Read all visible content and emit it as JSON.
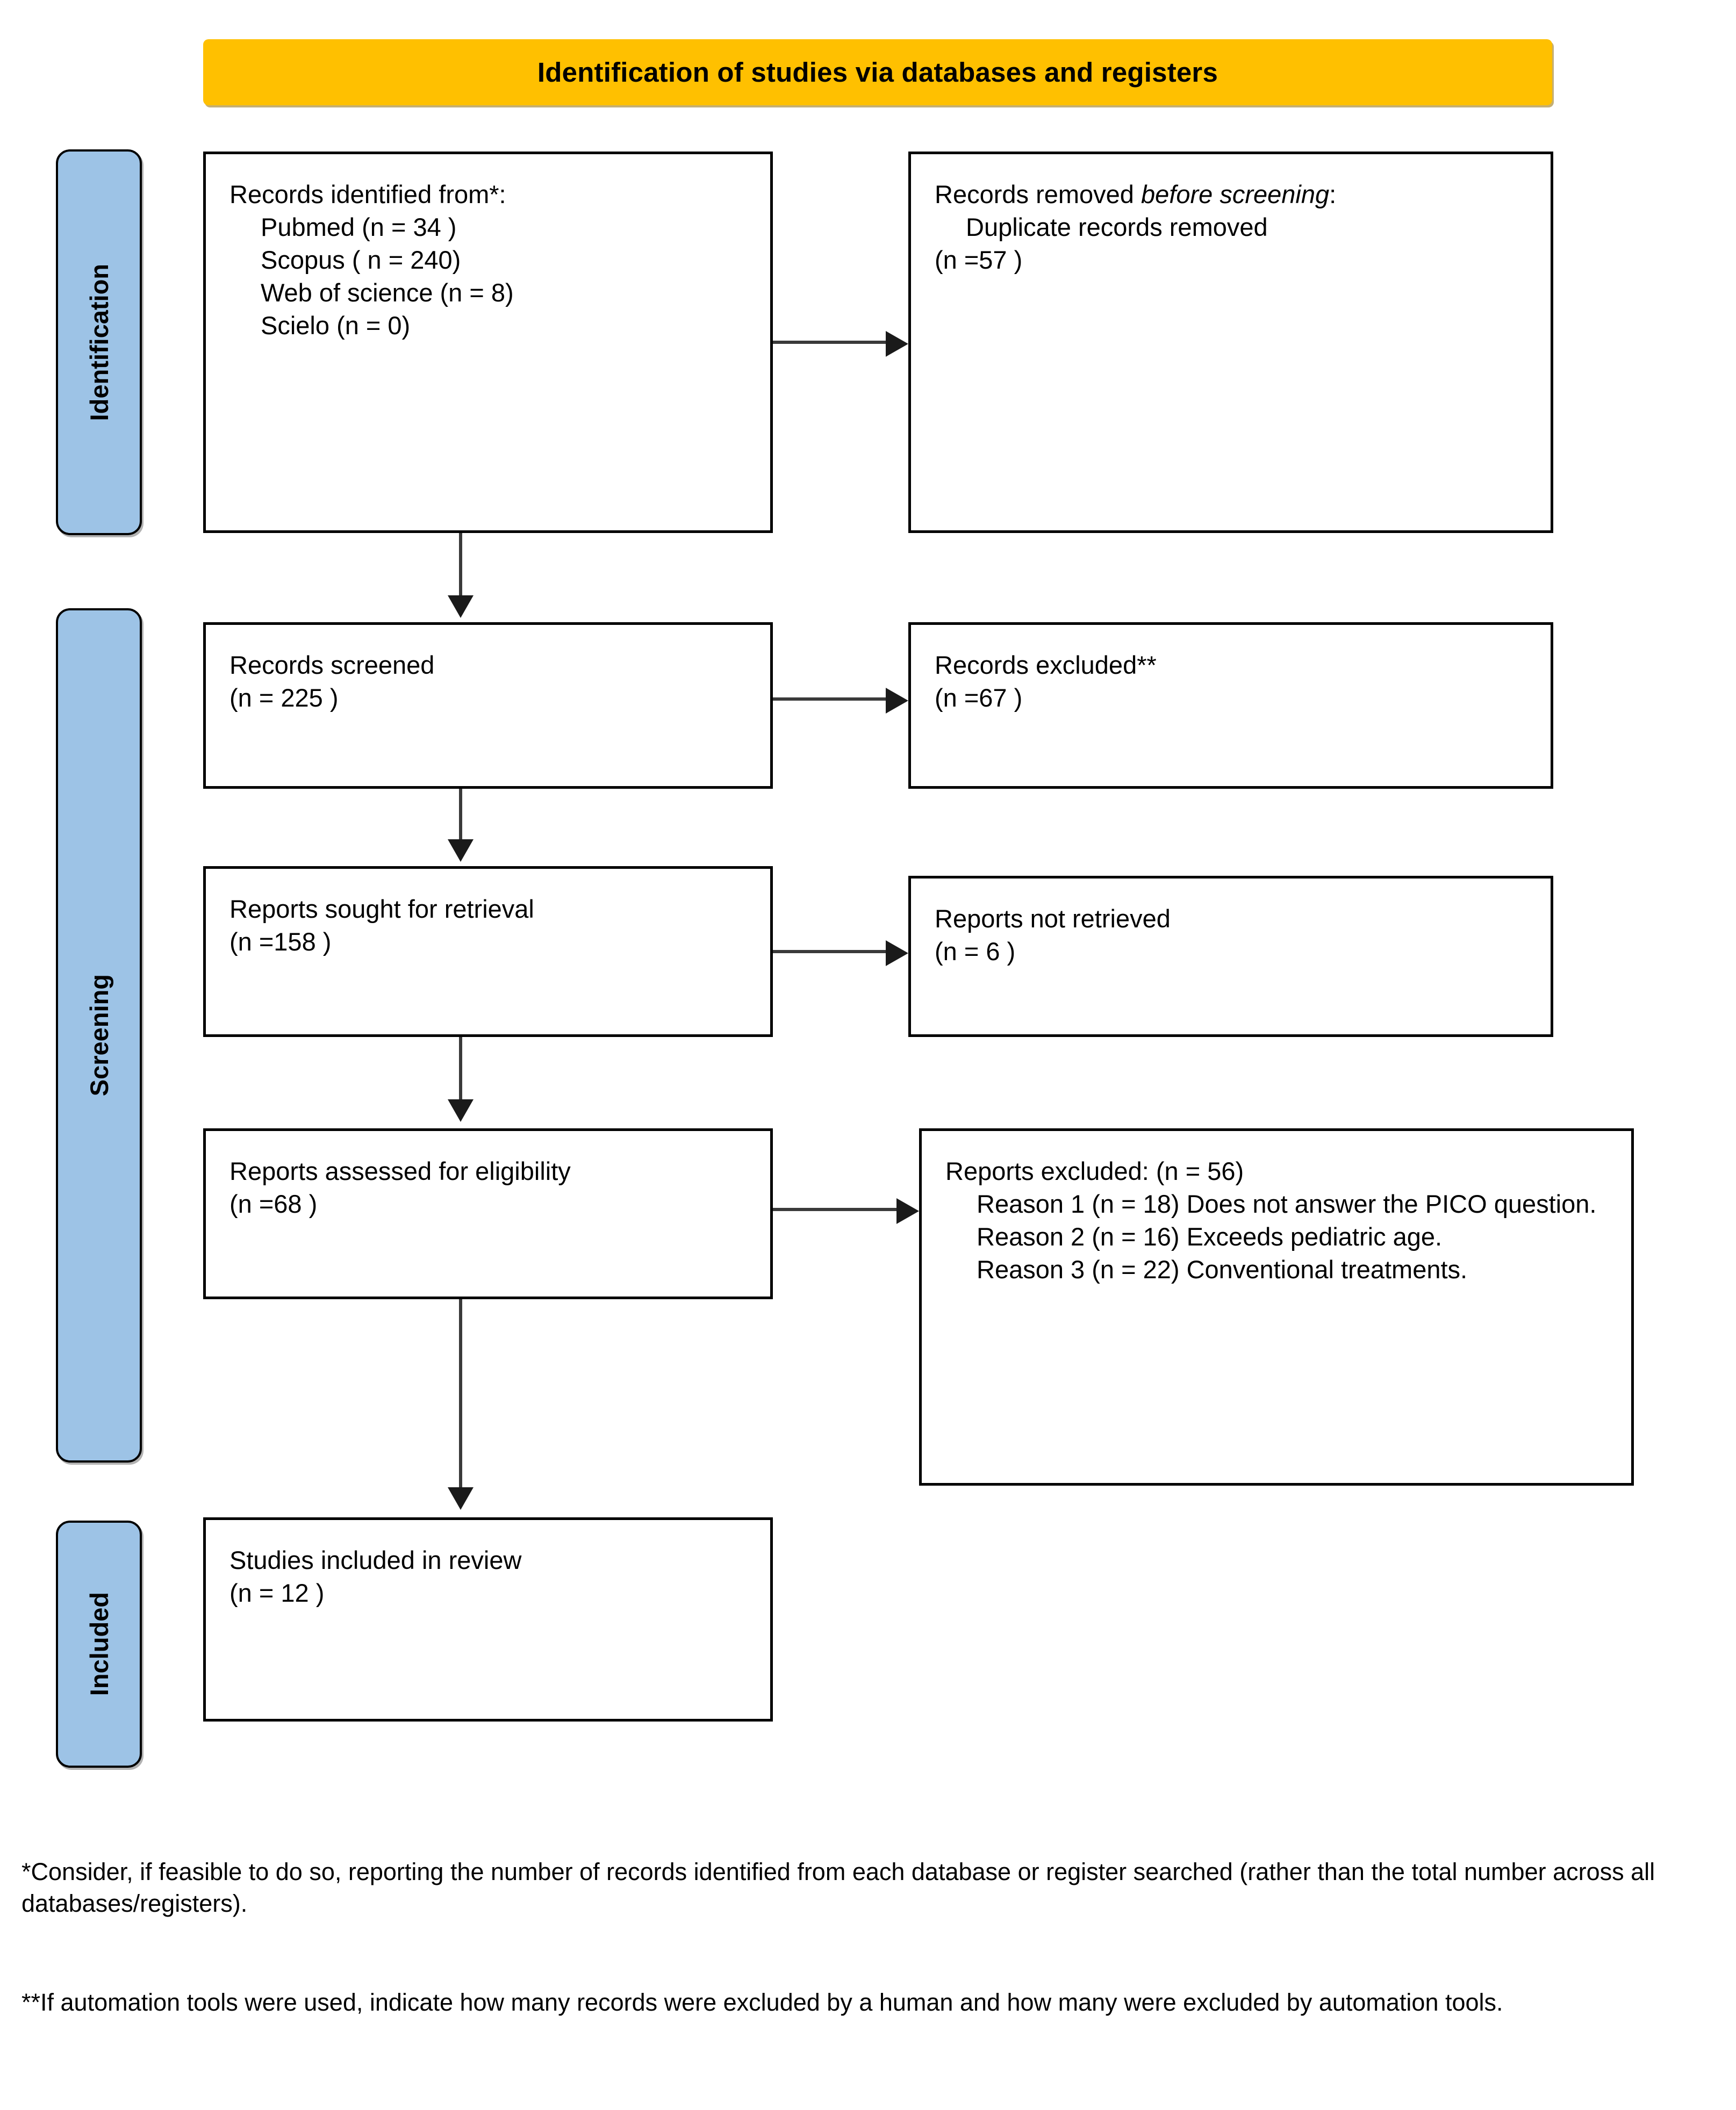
{
  "header": {
    "title": "Identification of studies via databases and registers",
    "background_color": "#FFC000"
  },
  "stages": {
    "identification": "Identification",
    "screening": "Screening",
    "included": "Included",
    "label_color": "#9DC3E6"
  },
  "boxes": {
    "identified": {
      "title": "Records identified from*:",
      "sources": [
        "Pubmed (n = 34 )",
        "Scopus ( n = 240)",
        "Web of science (n = 8)",
        "Scielo (n = 0)"
      ]
    },
    "removed": {
      "title_pre": "Records removed ",
      "title_italic": "before screening",
      "title_post": ":",
      "detail": "Duplicate records removed",
      "count": "(n =57 )"
    },
    "screened": {
      "title": "Records screened",
      "count": "(n = 225 )"
    },
    "excluded": {
      "title": "Records excluded**",
      "count": "(n =67 )"
    },
    "sought": {
      "title": "Reports sought for retrieval",
      "count": "(n =158 )"
    },
    "not_retrieved": {
      "title": "Reports not retrieved",
      "count": "(n = 6 )"
    },
    "assessed": {
      "title": "Reports assessed for eligibility",
      "count": "(n =68 )"
    },
    "reports_excluded": {
      "title": "Reports excluded: (n = 56)",
      "reasons": [
        "Reason 1 (n = 18) Does not answer the PICO question.",
        "Reason 2 (n = 16) Exceeds pediatric age.",
        "Reason 3 (n = 22) Conventional treatments."
      ]
    },
    "included": {
      "title": "Studies included in review",
      "count": "(n = 12 )"
    }
  },
  "footnotes": {
    "one": "*Consider, if feasible to do so, reporting the number of records identified from each database or register searched (rather than the total number across all databases/registers).",
    "two": "**If automation tools were used, indicate how many records were excluded by a human and how many were excluded by automation tools."
  }
}
